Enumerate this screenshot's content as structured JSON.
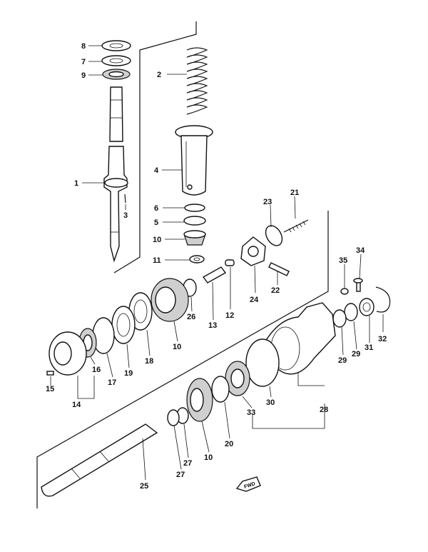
{
  "parts": [
    {
      "id": "8",
      "label": "8"
    },
    {
      "id": "7",
      "label": "7"
    },
    {
      "id": "9",
      "label": "9"
    },
    {
      "id": "1",
      "label": "1"
    },
    {
      "id": "3",
      "label": "3"
    },
    {
      "id": "2",
      "label": "2"
    },
    {
      "id": "4",
      "label": "4"
    },
    {
      "id": "6",
      "label": "6"
    },
    {
      "id": "5",
      "label": "5"
    },
    {
      "id": "10a",
      "label": "10"
    },
    {
      "id": "11",
      "label": "11"
    },
    {
      "id": "23",
      "label": "23"
    },
    {
      "id": "21",
      "label": "21"
    },
    {
      "id": "35",
      "label": "35"
    },
    {
      "id": "34",
      "label": "34"
    },
    {
      "id": "22",
      "label": "22"
    },
    {
      "id": "24",
      "label": "24"
    },
    {
      "id": "12",
      "label": "12"
    },
    {
      "id": "13",
      "label": "13"
    },
    {
      "id": "26",
      "label": "26"
    },
    {
      "id": "10b",
      "label": "10"
    },
    {
      "id": "18",
      "label": "18"
    },
    {
      "id": "19",
      "label": "19"
    },
    {
      "id": "17",
      "label": "17"
    },
    {
      "id": "16",
      "label": "16"
    },
    {
      "id": "14",
      "label": "14"
    },
    {
      "id": "15",
      "label": "15"
    },
    {
      "id": "32",
      "label": "32"
    },
    {
      "id": "31",
      "label": "31"
    },
    {
      "id": "29a",
      "label": "29"
    },
    {
      "id": "29b",
      "label": "29"
    },
    {
      "id": "30",
      "label": "30"
    },
    {
      "id": "33",
      "label": "33"
    },
    {
      "id": "28",
      "label": "28"
    },
    {
      "id": "20",
      "label": "20"
    },
    {
      "id": "10c",
      "label": "10"
    },
    {
      "id": "27a",
      "label": "27"
    },
    {
      "id": "27b",
      "label": "27"
    },
    {
      "id": "25",
      "label": "25"
    }
  ],
  "fwd_badge": "FWD"
}
